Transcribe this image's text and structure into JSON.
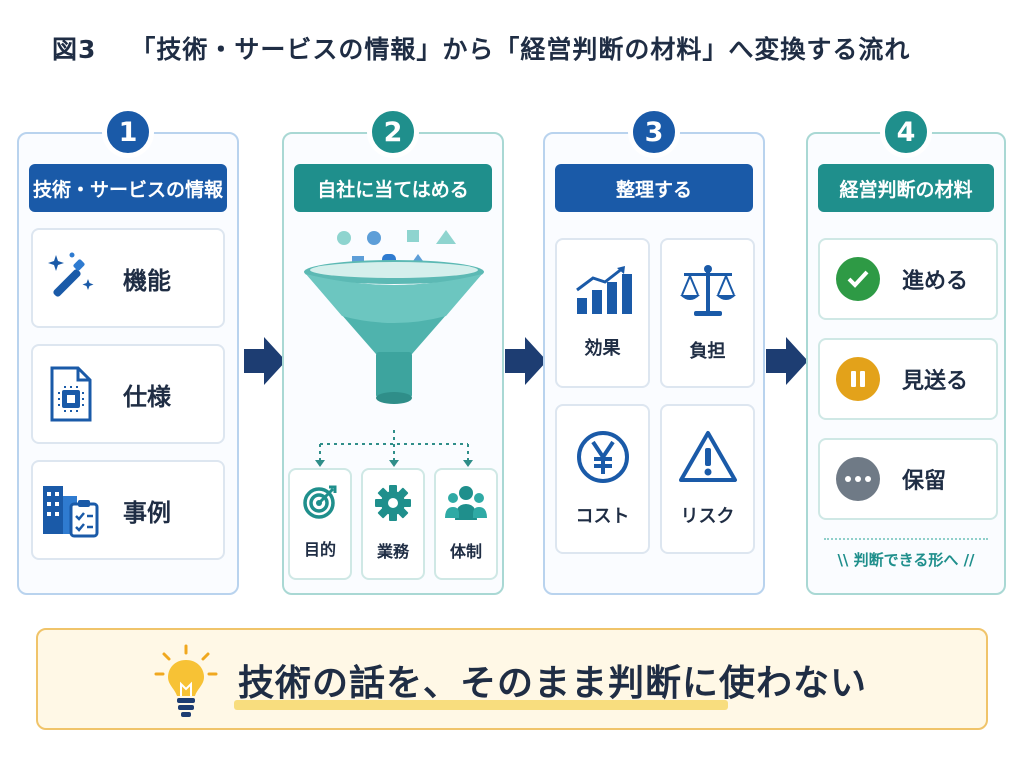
{
  "title": {
    "figure_label": "図3",
    "text": "「技術・サービスの情報」から「経営判断の材料」へ変換する流れ"
  },
  "columns": [
    {
      "number": "1",
      "header": "技術・サービスの情報",
      "items": [
        {
          "label": "機能",
          "icon": "magic-wand-icon"
        },
        {
          "label": "仕様",
          "icon": "spec-document-icon"
        },
        {
          "label": "事例",
          "icon": "building-case-icon"
        }
      ]
    },
    {
      "number": "2",
      "header": "自社に当てはめる",
      "funnel_icon": "funnel-icon",
      "items": [
        {
          "label": "目的",
          "icon": "target-icon"
        },
        {
          "label": "業務",
          "icon": "gear-icon"
        },
        {
          "label": "体制",
          "icon": "people-icon"
        }
      ]
    },
    {
      "number": "3",
      "header": "整理する",
      "items": [
        {
          "label": "効果",
          "icon": "bar-chart-up-icon"
        },
        {
          "label": "負担",
          "icon": "balance-scale-icon"
        },
        {
          "label": "コスト",
          "icon": "yen-coin-icon"
        },
        {
          "label": "リスク",
          "icon": "warning-triangle-icon"
        }
      ]
    },
    {
      "number": "4",
      "header": "経営判断の材料",
      "items": [
        {
          "label": "進める",
          "icon": "check-circle-icon",
          "color": "#2e9a45"
        },
        {
          "label": "見送る",
          "icon": "pause-circle-icon",
          "color": "#e3a21a"
        },
        {
          "label": "保留",
          "icon": "more-circle-icon",
          "color": "#6f7a86"
        }
      ],
      "footnote": "判断できる形へ"
    }
  ],
  "banner": {
    "text": "技術の話を、そのまま判断に使わない",
    "icon": "lightbulb-icon"
  },
  "colors": {
    "navy": "#1a5aa8",
    "teal": "#1f8f8c",
    "arrow": "#1d3d72",
    "banner_bg": "#fff8e6",
    "banner_border": "#f0c46a"
  }
}
